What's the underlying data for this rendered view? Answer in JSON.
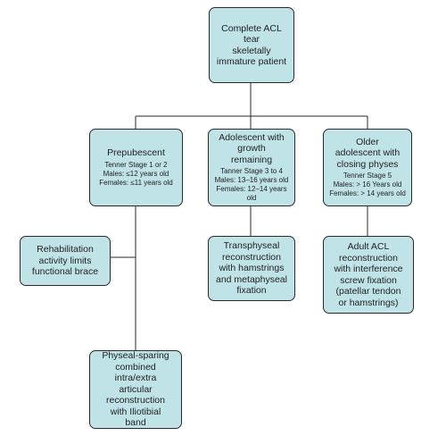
{
  "nodes": {
    "root": {
      "title": "Complete ACL\ntear\nskeletally\nimmature patient"
    },
    "prepubescent": {
      "title": "Prepubescent",
      "detail": "Tenner Stage 1 or 2\nMales: ≤12 years old\nFemales: ≤11 years old"
    },
    "adolescent": {
      "title": "Adolescent with\ngrowth\nremaining",
      "detail": "Tanner Stage 3 to 4\nMales: 13–16 years old\nFemales: 12–14 years old"
    },
    "older": {
      "title": "Older\nadolescent with\nclosing physes",
      "detail": "Tenner Stage 5\nMales: > 16 Years old\nFemales: > 14 years old"
    },
    "rehab": {
      "title": "Rehabilitation\nactivity limits\nfunctional brace"
    },
    "physeal_sparing": {
      "title": "Physeal-sparing\ncombined\nintra/extra\narticular\nreconstruction\nwith Iliotibial\nband"
    },
    "transphyseal": {
      "title": "Transphyseal\nreconstruction\nwith hamstrings\nand metaphyseal\nfixation"
    },
    "adult_acl": {
      "title": "Adult ACL\nreconstruction\nwith interference\nscrew fixation\n(patellar tendon\nor hamstrings)"
    }
  }
}
